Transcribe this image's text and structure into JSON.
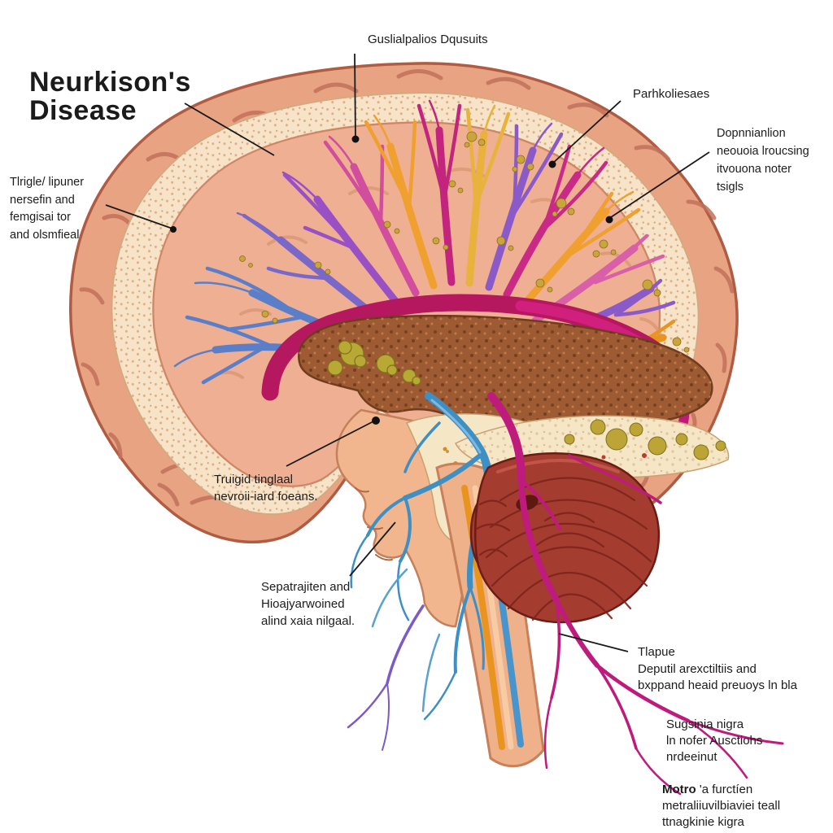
{
  "title": {
    "line1": "Neurkison's",
    "line2": "Disease"
  },
  "labels": {
    "deposits": {
      "lines": [
        "Guslialpalios Dqusuits"
      ]
    },
    "parkolies": {
      "lines": [
        "Parhkoliesaes"
      ]
    },
    "degeneration": {
      "lines": [
        "Dopnnianlion",
        "neouoia lroucsing",
        "itvouona noter",
        "tsigls"
      ]
    },
    "tremor": {
      "lines": [
        "Tlrigle/ lipuner",
        "nersefin and",
        "femgisai tor",
        "and olsmfieal"
      ]
    },
    "rigid": {
      "lines": [
        "Truigid tinglaal",
        "nevroii-iard foeans."
      ]
    },
    "septum": {
      "lines": [
        "Sepatrajiten and",
        "Hioajyarwoined",
        "alind xaia nilgaal."
      ]
    },
    "plaque": {
      "lines": [
        "Tlapue",
        "Deputil arexctiltiis and",
        "bxppand heaid preuoys ln bla"
      ]
    },
    "nigra": {
      "lines": [
        "Sugsinia nigra",
        "ln nofer Ausctiohs",
        "nrdeeinut"
      ]
    },
    "motor": {
      "lead": "Motro",
      "rest": "'a furctíen",
      "lines2": "metraliiuvilbiaviei teall",
      "lines3": "ttnagkinie kigra"
    }
  },
  "palette": {
    "cortex": "#E8A383",
    "cortex_outline": "#B05C42",
    "skull_band": "#F7E3C8",
    "inner_cortex": "#EFAF92",
    "corpus_band_crimson": "#B5185E",
    "corpus_band_magenta": "#D11F7E",
    "basal_mass_brown": "#9E5B33",
    "deposit_gold": "#C9A63B",
    "fiber_blue": "#4E8FC8",
    "fiber_indigo": "#7A68C8",
    "fiber_purple": "#9A50C5",
    "fiber_magenta": "#C2247E",
    "fiber_pink": "#D85FA8",
    "fiber_orange": "#F0A02E",
    "fiber_gold": "#E8B23C",
    "cerebellum_red": "#A53C30",
    "brainstem_flesh": "#EFB189",
    "leader_black": "#1a1a1a"
  }
}
